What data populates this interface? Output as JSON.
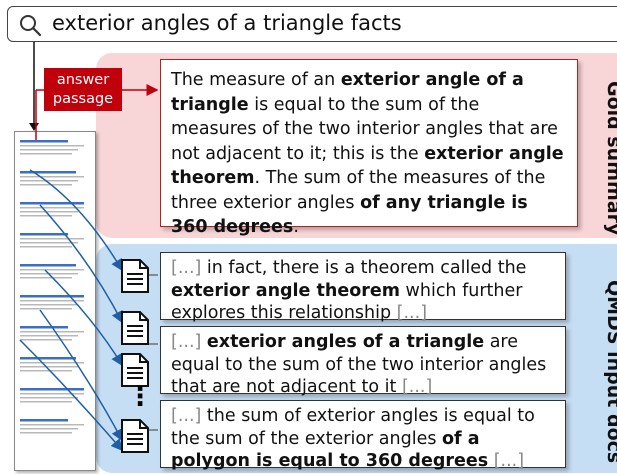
{
  "search": {
    "query": "exterior angles of a triangle facts"
  },
  "answer_tag": {
    "line1": "answer",
    "line2": "passage"
  },
  "gold": {
    "label": "Gold summary",
    "parts": [
      {
        "t": "The measure of an ",
        "b": false
      },
      {
        "t": "exterior angle of a triangle",
        "b": true
      },
      {
        "t": " is equal to the sum of the measures of the two interior angles that are not adjacent to it; this is the ",
        "b": false
      },
      {
        "t": "exterior angle theorem",
        "b": true
      },
      {
        "t": ". The sum of the measures of the three exterior angles ",
        "b": false
      },
      {
        "t": "of any triangle is 360 degrees",
        "b": true
      },
      {
        "t": ".",
        "b": false
      }
    ]
  },
  "qmds": {
    "label": "QMDS input docs",
    "docs": [
      {
        "parts": [
          {
            "t": "[...]",
            "s": "dim"
          },
          {
            "t": " in fact, there is a theorem called the ",
            "s": ""
          },
          {
            "t": "exterior angle theorem",
            "s": "b"
          },
          {
            "t": " which further explores this relationship ",
            "s": ""
          },
          {
            "t": "[...]",
            "s": "dim"
          }
        ]
      },
      {
        "parts": [
          {
            "t": "[...] ",
            "s": "dim"
          },
          {
            "t": "exterior angles of a triangle",
            "s": "b"
          },
          {
            "t": " are equal to the sum of the two interior angles that are not adjacent to it ",
            "s": ""
          },
          {
            "t": "[...]",
            "s": "dim"
          }
        ]
      },
      {
        "parts": [
          {
            "t": "[...]",
            "s": "dim"
          },
          {
            "t": " the sum of exterior angles is equal to the sum of the exterior angles ",
            "s": ""
          },
          {
            "t": "of a polygon is equal to 360 degrees",
            "s": "b"
          },
          {
            "t": " ",
            "s": ""
          },
          {
            "t": "[...]",
            "s": "dim"
          }
        ]
      }
    ],
    "ellipsis": "⋮"
  },
  "colors": {
    "gold_panel": "#f8d6d8",
    "qmds_panel": "#c6def4",
    "answer_tag": "#c0000a",
    "arrow_blue": "#1f5fa8",
    "arrow_red": "#c0000a"
  },
  "icons": [
    "search-icon",
    "document-icon"
  ]
}
